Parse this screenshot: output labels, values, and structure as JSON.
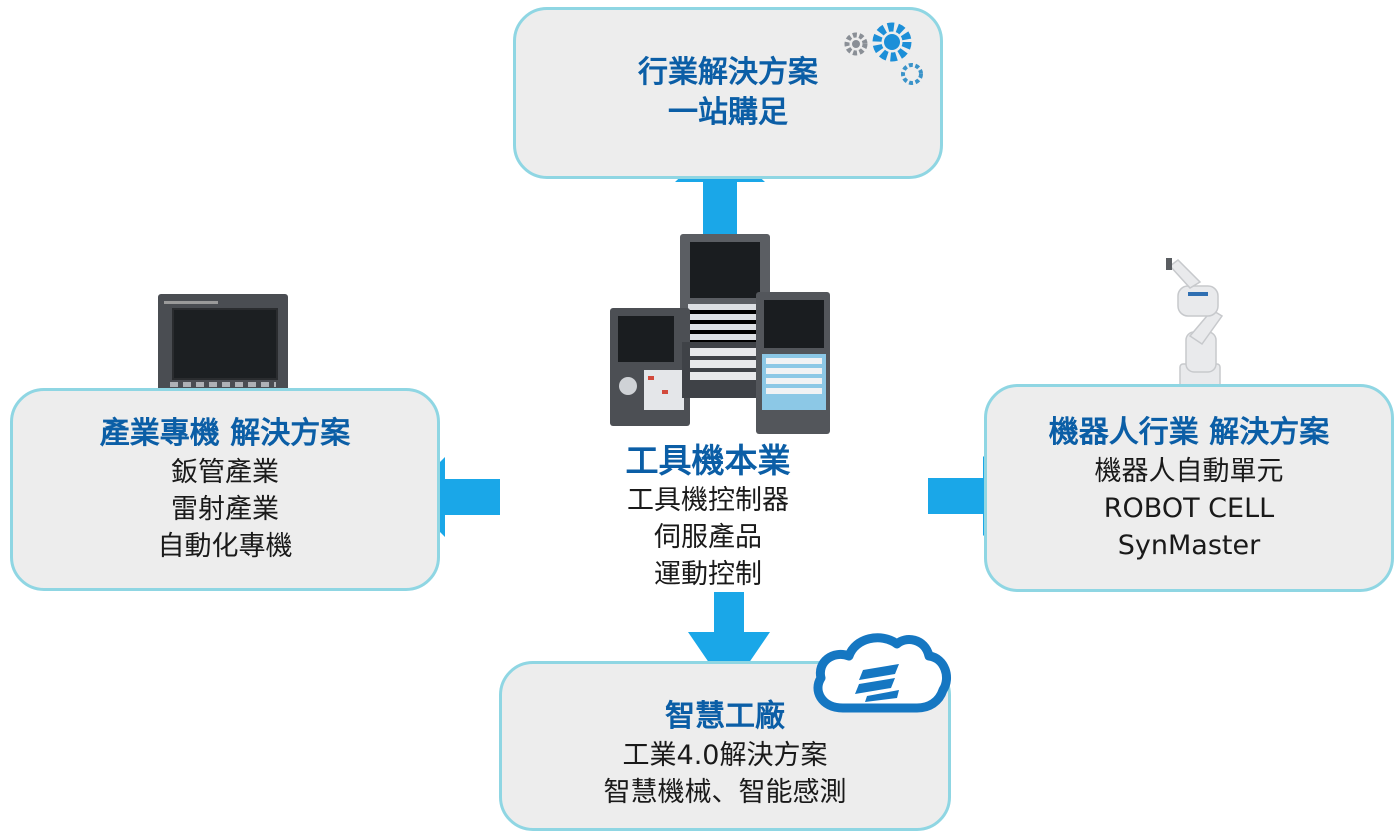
{
  "top_box": {
    "title_line1": "行業解決方案",
    "title_line2": "一站購足"
  },
  "left_box": {
    "title": "產業專機 解決方案",
    "items": [
      "鈑管產業",
      "雷射產業",
      "自動化專機"
    ]
  },
  "center": {
    "title": "工具機本業",
    "items": [
      "工具機控制器",
      "伺服產品",
      "運動控制"
    ]
  },
  "right_box": {
    "title": "機器人行業 解決方案",
    "items": [
      "機器人自動單元",
      "ROBOT CELL",
      "SynMaster"
    ]
  },
  "bottom_box": {
    "title": "智慧工廠",
    "items": [
      "工業4.0解決方案",
      "智慧機械、智能感測"
    ]
  },
  "colors": {
    "arrow": "#1aa7e8",
    "box_border": "#8fd6e3",
    "box_fill": "#ededed",
    "title": "#0b5ea6"
  },
  "icons": [
    "gears-icon",
    "cloud-icon",
    "cnc-controller-image",
    "industrial-monitor-image",
    "robot-arm-image"
  ]
}
